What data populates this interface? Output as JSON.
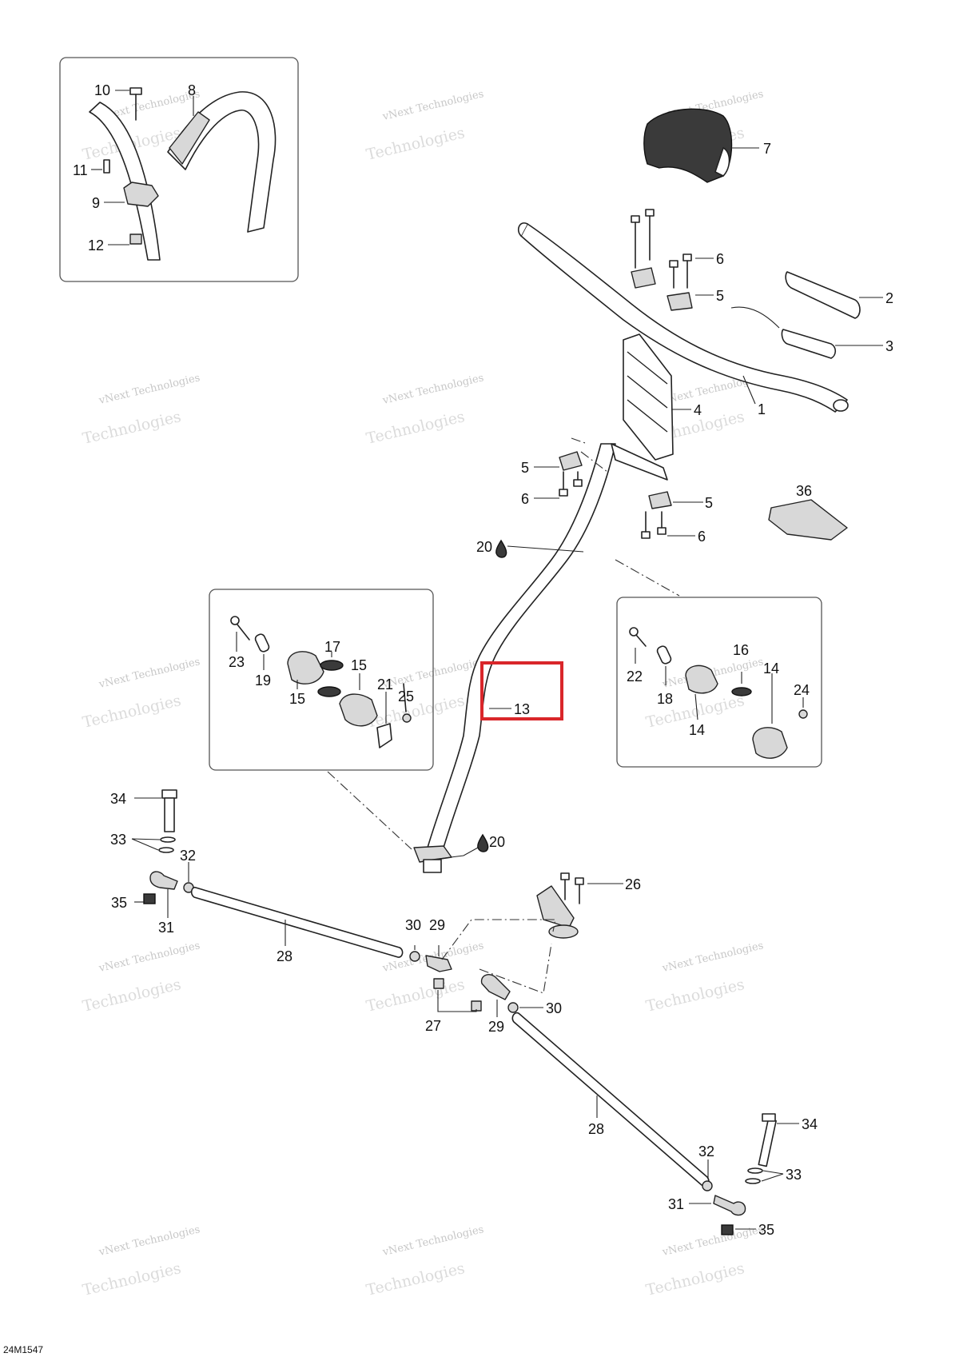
{
  "diagram": {
    "figure_code": "24M1547",
    "watermark_line1": "vNext Technologies",
    "watermark_line2": "Technologies",
    "highlighted_callout": "13",
    "callouts": {
      "c1": "1",
      "c2": "2",
      "c3": "3",
      "c4": "4",
      "c5a": "5",
      "c5b": "5",
      "c5c": "5",
      "c6a": "6",
      "c6b": "6",
      "c6c": "6",
      "c7": "7",
      "c8": "8",
      "c9": "9",
      "c10": "10",
      "c11": "11",
      "c12": "12",
      "c13": "13",
      "c14a": "14",
      "c14b": "14",
      "c15a": "15",
      "c15b": "15",
      "c16": "16",
      "c17": "17",
      "c18": "18",
      "c19": "19",
      "c20a": "20",
      "c20b": "20",
      "c21": "21",
      "c22": "22",
      "c23": "23",
      "c24": "24",
      "c25": "25",
      "c26": "26",
      "c27": "27",
      "c28a": "28",
      "c28b": "28",
      "c29a": "29",
      "c29b": "29",
      "c30a": "30",
      "c30b": "30",
      "c31a": "31",
      "c31b": "31",
      "c32a": "32",
      "c32b": "32",
      "c33a": "33",
      "c33b": "33",
      "c34a": "34",
      "c34b": "34",
      "c35a": "35",
      "c35b": "35",
      "c36": "36"
    },
    "colors": {
      "highlight": "#d9262a",
      "line": "#222222"
    },
    "icons": [
      "drop-icon"
    ]
  }
}
